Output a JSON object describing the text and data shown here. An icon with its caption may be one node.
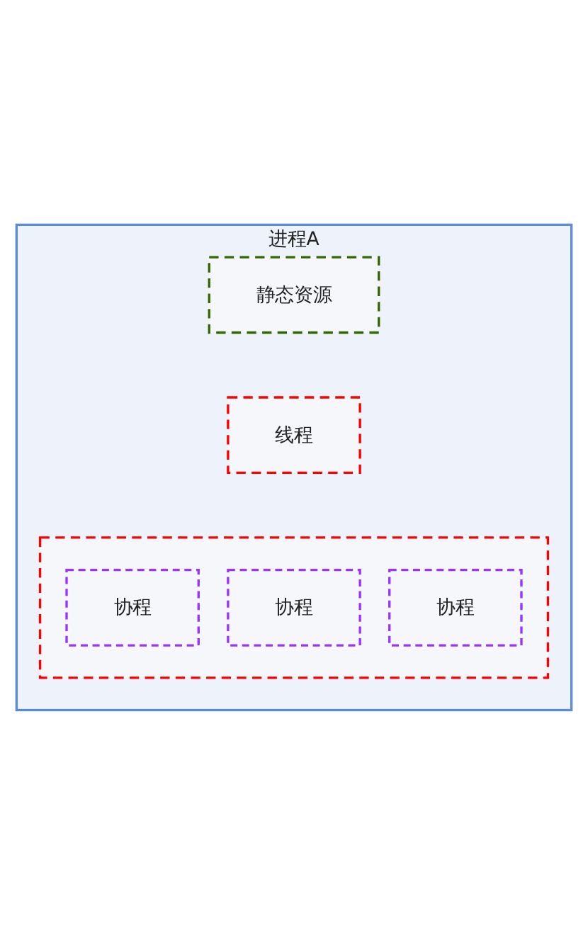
{
  "diagram": {
    "nodes": [
      {
        "text": [
          "进程A"
        ]
      },
      {
        "text": [
          "静态资源"
        ],
        "in": 0
      },
      {
        "text": [
          "线程"
        ],
        "in": 0
      },
      {
        "text": [],
        "shape": "box",
        "in": 0
      },
      {
        "text": [
          "协程"
        ],
        "in": 3
      },
      {
        "text": [
          "协程"
        ],
        "in": 3
      },
      {
        "text": [
          "协程"
        ],
        "in": 3
      }
    ]
  }
}
